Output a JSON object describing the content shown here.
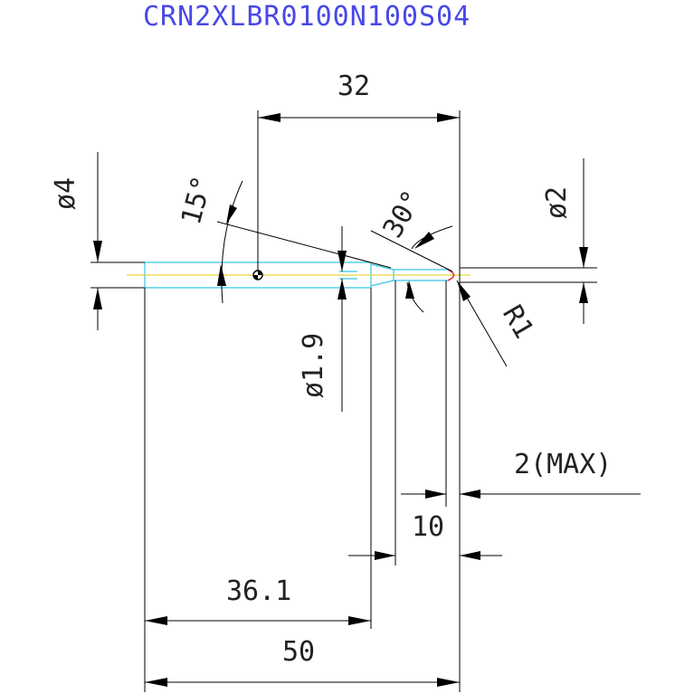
{
  "title": "CRN2XLBR0100N100S04",
  "dimensions": {
    "overall_length": "32",
    "shank_dia": "ø4",
    "tip_dia": "ø2",
    "mid_dia": "ø1.9",
    "angle_15": "15°",
    "angle_30": "30°",
    "radius": "R1",
    "max_overhang": "2(MAX)",
    "neck_length": "10",
    "length_36": "36.1",
    "length_50": "50"
  },
  "colors": {
    "title": "#4848e8",
    "outline_cyan": "#35c6e8",
    "centerline_yellow": "#e6d43a",
    "tip_red": "#e03030"
  }
}
